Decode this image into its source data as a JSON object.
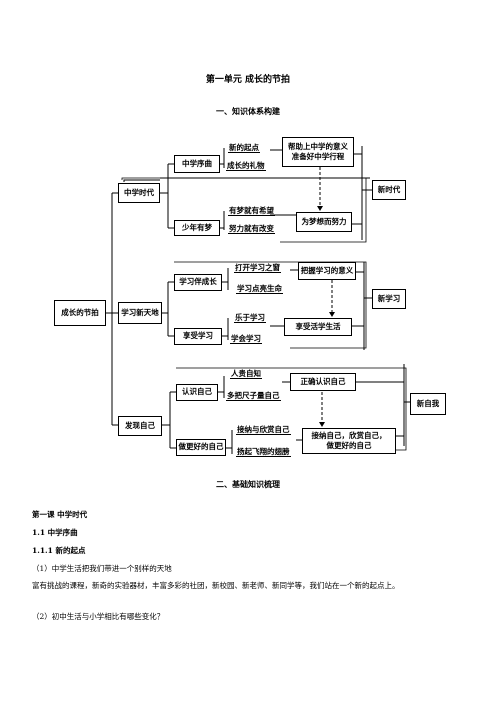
{
  "doc": {
    "title": "第一单元 成长的节拍",
    "section1": "一、知识体系构建",
    "section2": "二、基础知识梳理"
  },
  "diagram": {
    "root": "成长的节拍",
    "branches": [
      {
        "label": "中学时代",
        "subs": [
          {
            "label": "中学序曲",
            "items": [
              "新的起点",
              "成长的礼物"
            ]
          },
          {
            "label": "少年有梦",
            "items": [
              "有梦就有希望",
              "努力就有改变"
            ]
          }
        ],
        "mid": [
          "帮助上中学的意义",
          "准备好中学行程"
        ],
        "mid2": "为梦想而努力",
        "result": "新时代"
      },
      {
        "label": "学习新天地",
        "subs": [
          {
            "label": "学习伴成长",
            "items": [
              "打开学习之窗",
              "学习点亮生命"
            ]
          },
          {
            "label": "享受学习",
            "items": [
              "乐于学习",
              "学会学习"
            ]
          }
        ],
        "mid": [
          "把握学习的意义"
        ],
        "mid2": "享受活学生活",
        "result": "新学习"
      },
      {
        "label": "发现自己",
        "subs": [
          {
            "label": "认识自己",
            "items": [
              "人贵自知",
              "多把尺子量自己"
            ]
          },
          {
            "label": "做更好的自己",
            "items": [
              "接纳与欣赏自己",
              "扬起飞翔的翅膀"
            ]
          }
        ],
        "mid": [
          "正确认识自己"
        ],
        "mid2": [
          "接纳自己，欣赏自己，",
          "做更好的自己"
        ],
        "result": "新自我"
      }
    ]
  },
  "content": {
    "lesson": "第一课 中学时代",
    "h1": "1.1 中学序曲",
    "h2": "1.1.1 新的起点",
    "q1": "（1）中学生活把我们带进一个别样的天地",
    "p1": "富有挑战的课程，新奇的实验器材，丰富多彩的社团，新校园、新老师、新同学等，我们站在一个新的起点上。",
    "q2": "（2）初中生活与小学相比有哪些变化？"
  }
}
